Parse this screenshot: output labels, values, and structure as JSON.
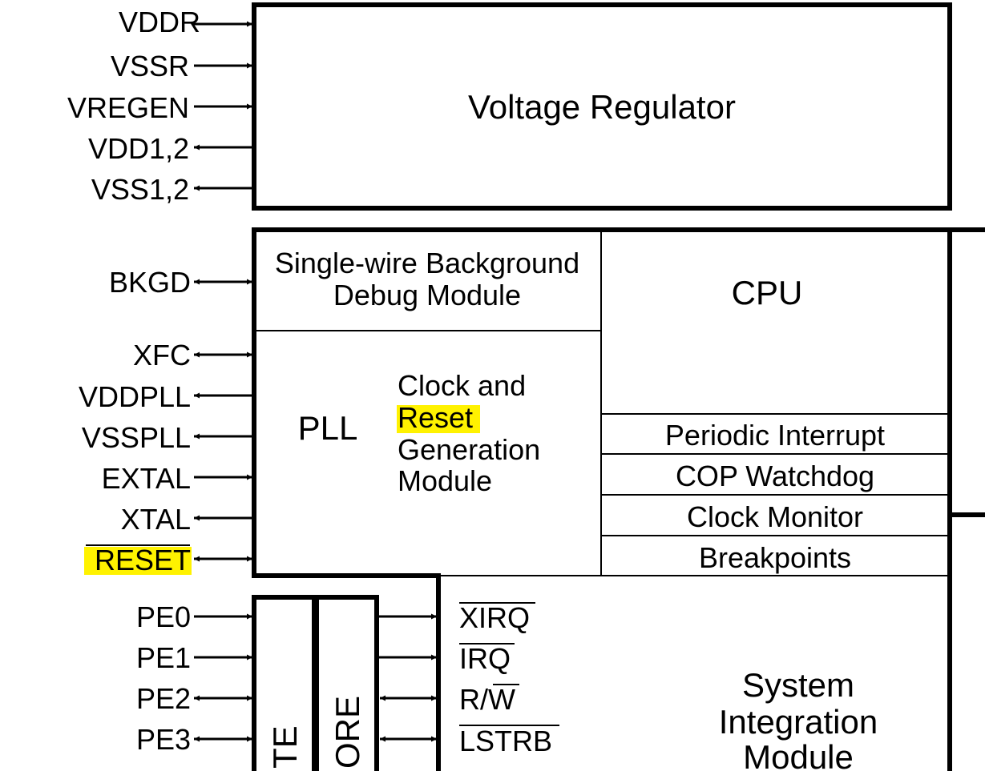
{
  "voltage_regulator": {
    "title": "Voltage Regulator",
    "pins": [
      "VDDR",
      "VSSR",
      "VREGEN",
      "VDD1,2",
      "VSS1,2"
    ]
  },
  "bdm": {
    "line1": "Single-wire Background",
    "line2": "Debug Module"
  },
  "cpu": {
    "title": "CPU"
  },
  "pll": {
    "title": "PLL"
  },
  "crg": {
    "line1": "Clock and",
    "line2": "Reset",
    "line3": "Generation",
    "line4": "Module"
  },
  "cpu_subblocks": [
    "Periodic Interrupt",
    "COP Watchdog",
    "Clock Monitor",
    "Breakpoints"
  ],
  "left_pins": [
    "BKGD",
    "XFC",
    "VDDPLL",
    "VSSPLL",
    "EXTAL",
    "XTAL",
    "RESET"
  ],
  "port_e_pins": [
    "PE0",
    "PE1",
    "PE2",
    "PE3"
  ],
  "sim_signals": [
    "XIRQ",
    "IRQ",
    "R/",
    "W",
    "LSTRB"
  ],
  "sim": {
    "line1": "System",
    "line2": "Integration",
    "line3": "Module"
  },
  "vertical_labels": [
    "TE",
    "ORE"
  ],
  "highlight_color": "#fff200"
}
